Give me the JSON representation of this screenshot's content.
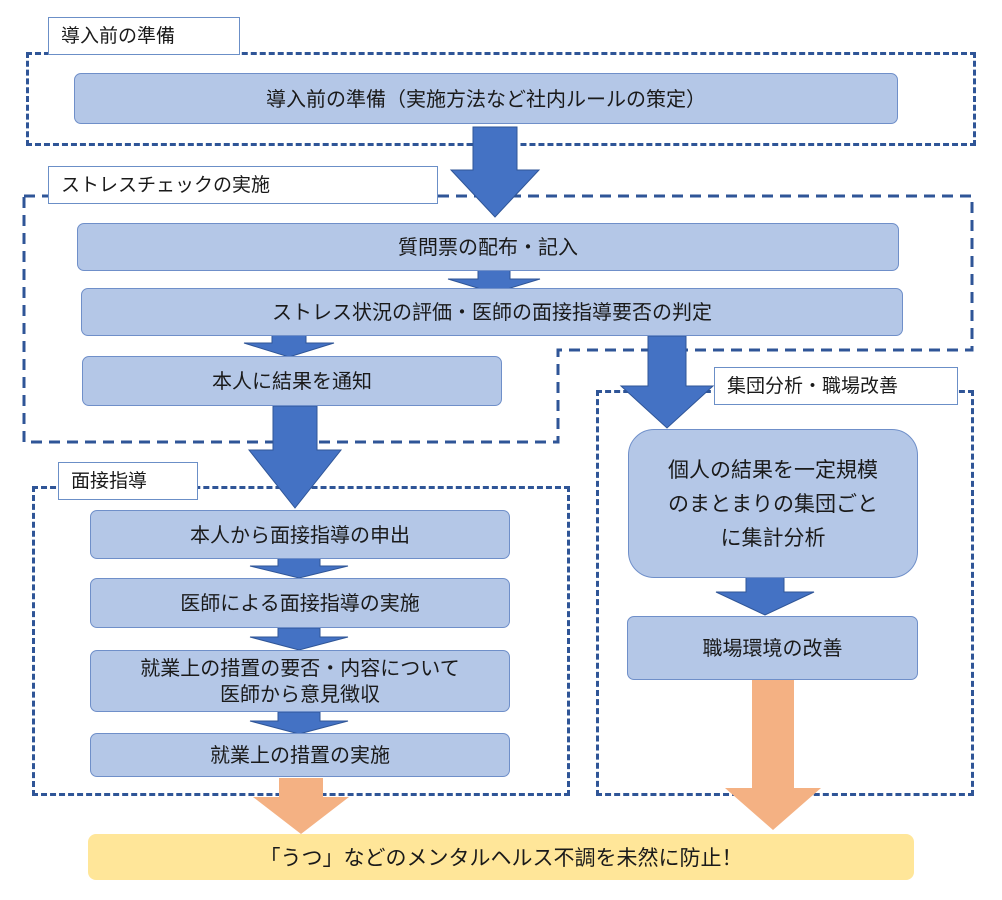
{
  "sections": {
    "preparation": {
      "title": "導入前の準備"
    },
    "stress_check": {
      "title": "ストレスチェックの実施"
    },
    "interview": {
      "title": "面接指導"
    },
    "group_analysis": {
      "title": "集団分析・職場改善"
    }
  },
  "steps": {
    "prep_rules": "導入前の準備（実施方法など社内ルールの策定）",
    "distribute": "質問票の配布・記入",
    "evaluate": "ストレス状況の評価・医師の面接指導要否の判定",
    "notify": "本人に結果を通知",
    "request": "本人から面接指導の申出",
    "doctor_interview": "医師による面接指導の実施",
    "opinion_line1": "就業上の措置の要否・内容について",
    "opinion_line2": "医師から意見徴収",
    "measures": "就業上の措置の実施",
    "group_line1": "個人の結果を一定規模",
    "group_line2": "のまとまりの集団ごと",
    "group_line3": "に集計分析",
    "improve": "職場環境の改善"
  },
  "outcome": "「うつ」などのメンタルヘルス不調を未然に防止！",
  "colors": {
    "box_fill": "#b4c7e7",
    "box_border": "#6f8fc9",
    "section_border": "#2f5597",
    "arrow_blue": "#4472c4",
    "arrow_orange": "#f4b183",
    "outcome_fill": "#ffe699"
  }
}
